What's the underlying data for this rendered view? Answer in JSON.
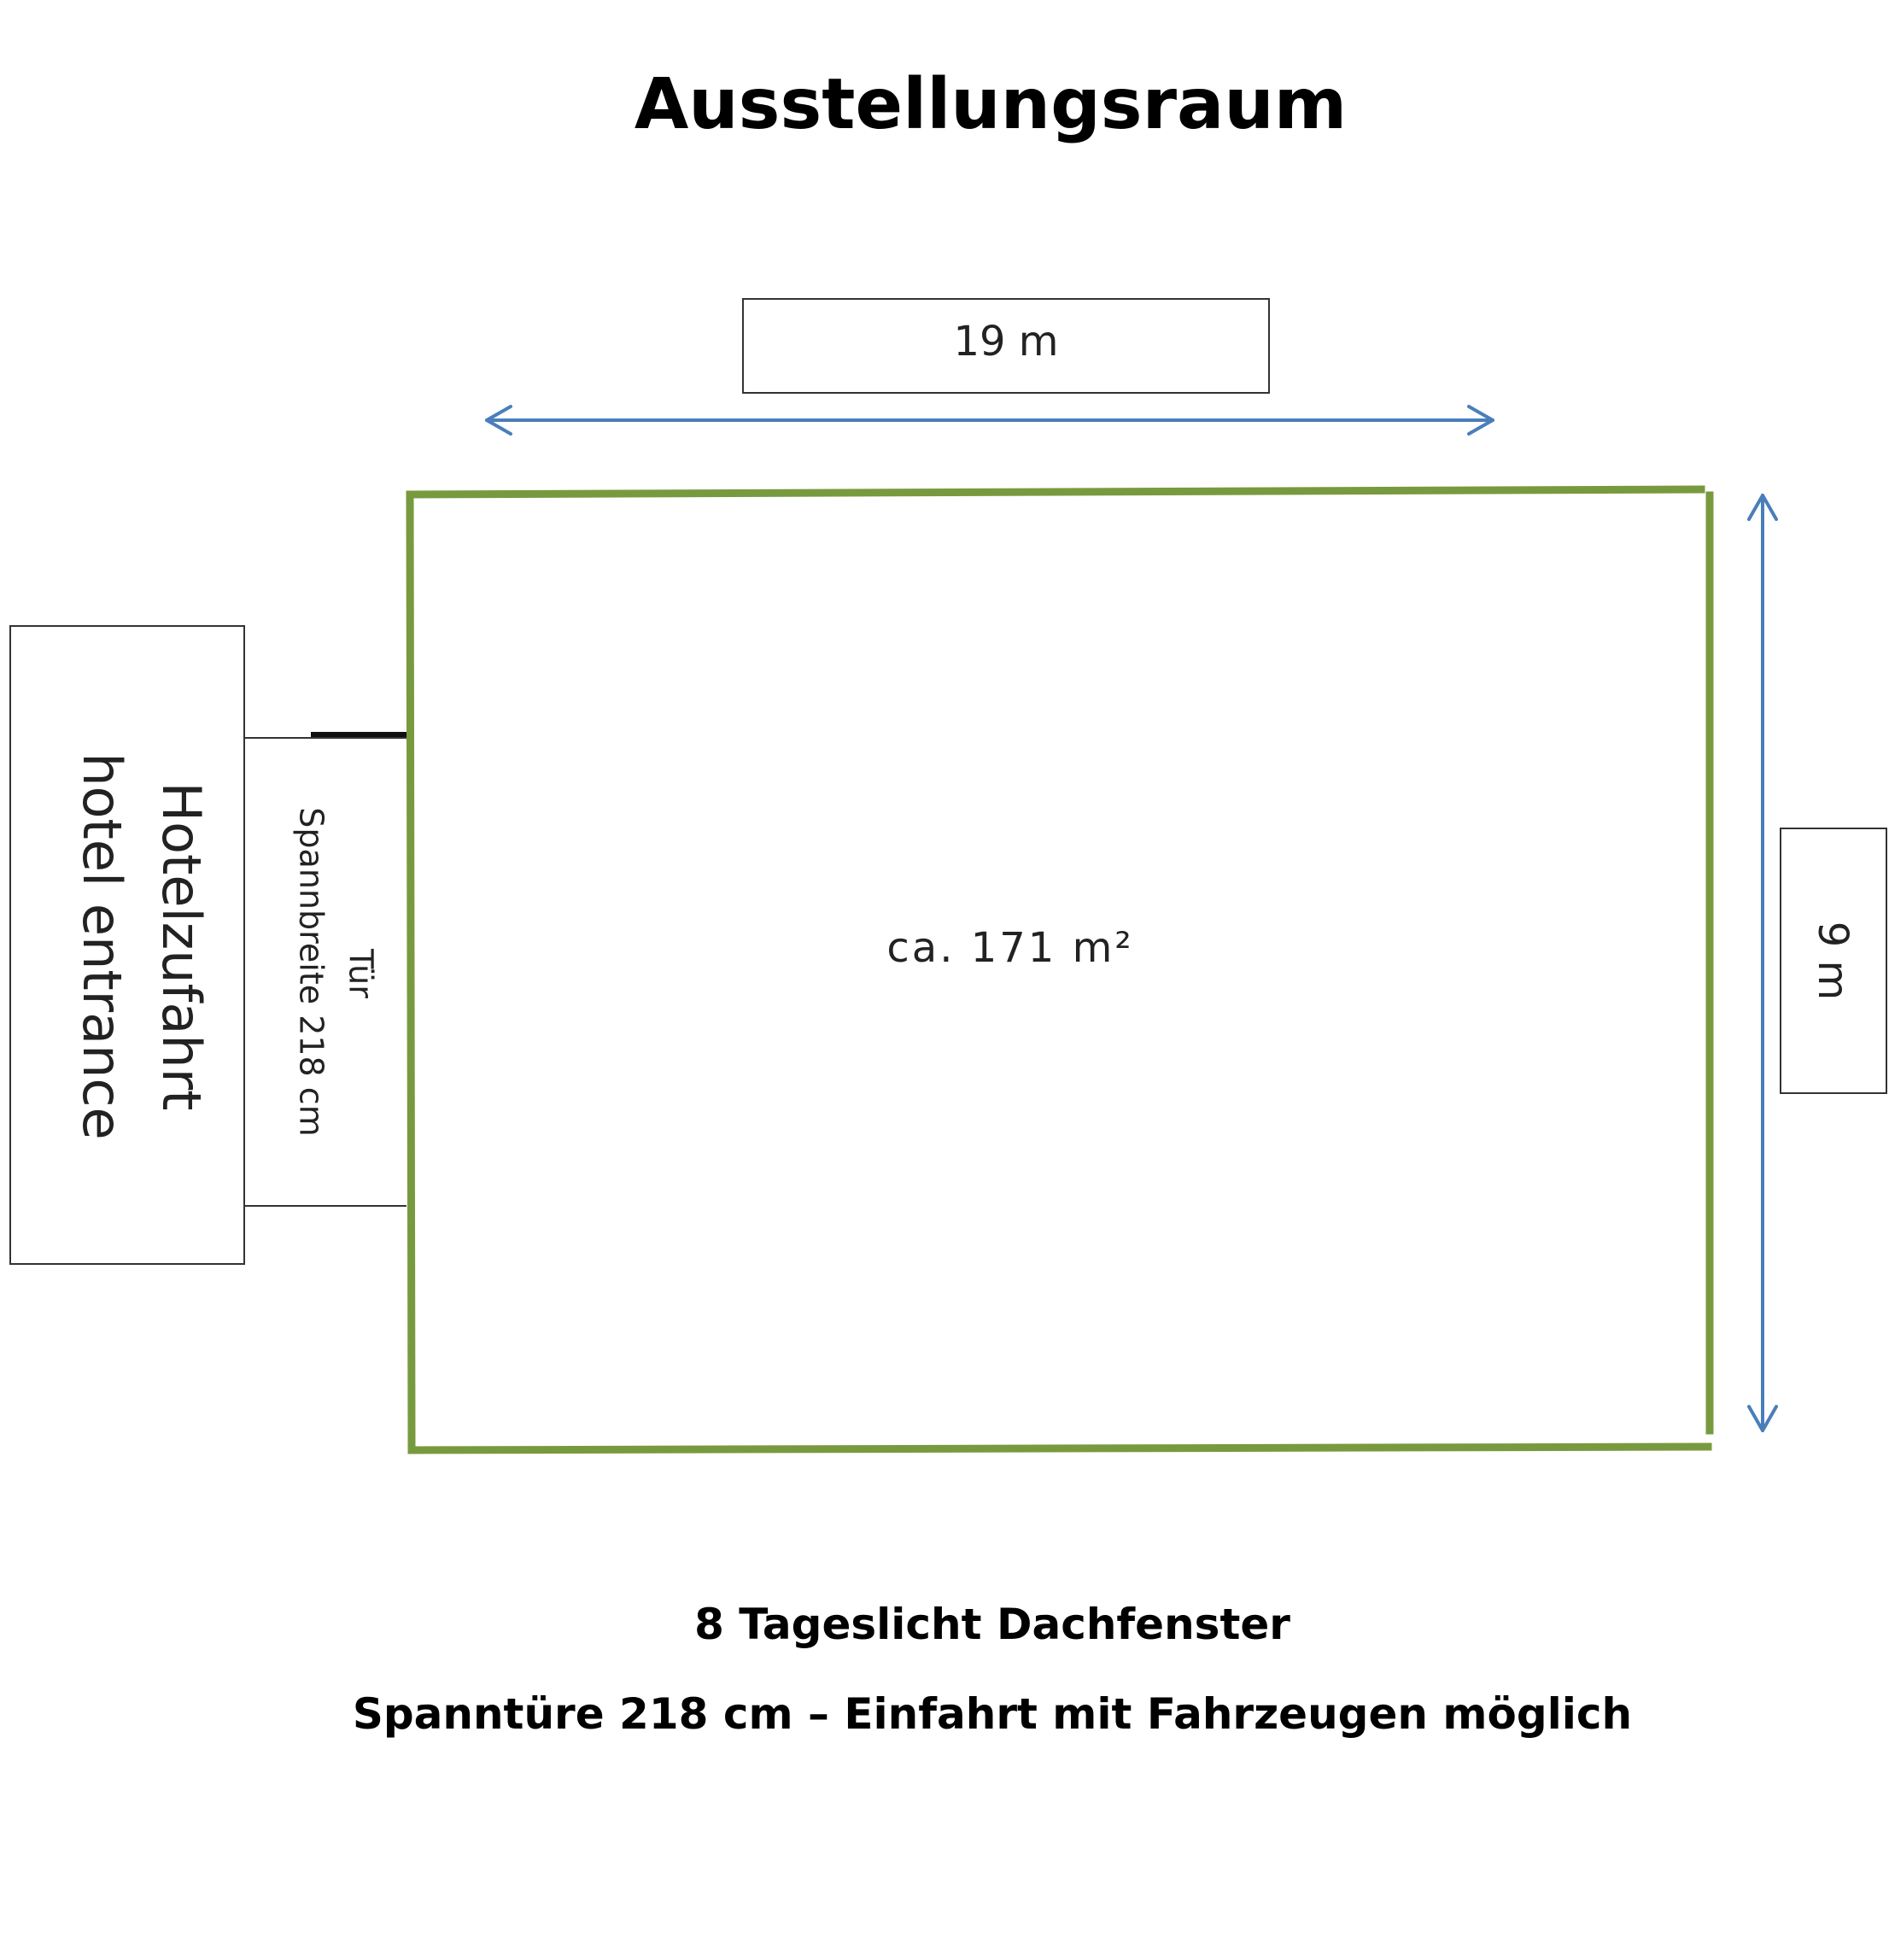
{
  "title": "Ausstellungsraum",
  "width_label": "19 m",
  "height_label": "9 m",
  "area_label": "ca. 171 m²",
  "entrance": {
    "line1": "Hotelzufahrt",
    "line2": "hotel entrance"
  },
  "door": {
    "line1": "Tür",
    "line2": "Spannbreite 218 cm"
  },
  "notes": [
    "8 Tageslicht Dachfenster",
    "Spanntüre 218 cm – Einfahrt mit Fahrzeugen möglich"
  ],
  "colors": {
    "wall": "#789a3f",
    "arrow": "#4a7ebb",
    "text": "#000000"
  }
}
